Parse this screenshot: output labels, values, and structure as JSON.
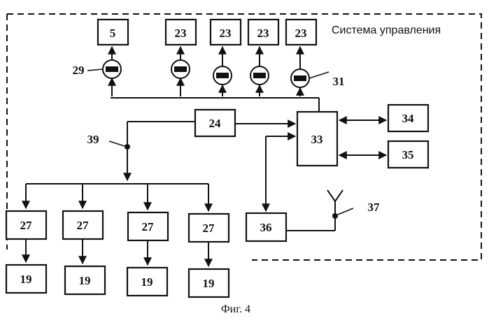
{
  "system_label": "Система управления",
  "caption": "Фиг. 4",
  "blocks": {
    "b5": "5",
    "b23": "23",
    "b24": "24",
    "b33": "33",
    "b34": "34",
    "b35": "35",
    "b36": "36",
    "b27": "27",
    "b19": "19"
  },
  "callouts": {
    "c29": "29",
    "c31": "31",
    "c39": "39",
    "c37": "37"
  }
}
